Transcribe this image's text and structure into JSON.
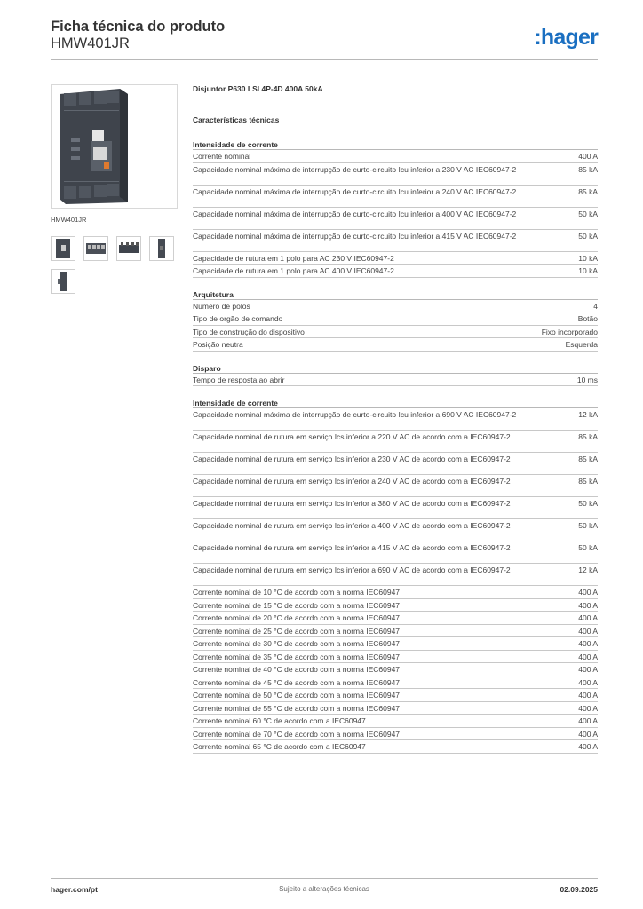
{
  "header": {
    "title": "Ficha técnica do produto",
    "code": "HMW401JR",
    "logo": ":hager"
  },
  "product": {
    "image_caption": "HMW401JR",
    "description": "Disjuntor P630 LSI 4P-4D 400A 50kA"
  },
  "section_title": "Características técnicas",
  "groups": [
    {
      "title": "Intensidade de corrente",
      "rows": [
        {
          "label": "Corrente nominal",
          "value": "400 A"
        },
        {
          "label": "Capacidade nominal máxima de interrupção de curto-circuito Icu inferior a 230 V AC IEC60947-2",
          "value": "85 kA"
        },
        {
          "label": "Capacidade nominal máxima de interrupção de curto-circuito Icu inferior a 240 V AC IEC60947-2",
          "value": "85 kA"
        },
        {
          "label": "Capacidade nominal máxima de interrupção de curto-circuito Icu inferior a 400 V AC IEC60947-2",
          "value": "50 kA"
        },
        {
          "label": "Capacidade nominal máxima de interrupção de curto-circuito Icu inferior a 415 V AC IEC60947-2",
          "value": "50 kA"
        },
        {
          "label": "Capacidade de rutura em 1 polo para AC 230 V IEC60947-2",
          "value": "10 kA"
        },
        {
          "label": "Capacidade de rutura em 1 polo para AC 400 V IEC60947-2",
          "value": "10 kA"
        }
      ]
    },
    {
      "title": "Arquitetura",
      "rows": [
        {
          "label": "Número de polos",
          "value": "4"
        },
        {
          "label": "Tipo de orgão de comando",
          "value": "Botão"
        },
        {
          "label": "Tipo de construção do dispositivo",
          "value": "Fixo incorporado"
        },
        {
          "label": "Posição neutra",
          "value": "Esquerda"
        }
      ]
    },
    {
      "title": "Disparo",
      "rows": [
        {
          "label": "Tempo de resposta ao abrir",
          "value": "10 ms"
        }
      ]
    },
    {
      "title": "Intensidade de corrente",
      "rows": [
        {
          "label": "Capacidade nominal máxima de interrupção de curto-circuito Icu inferior a 690 V AC IEC60947-2",
          "value": "12 kA"
        },
        {
          "label": "Capacidade nominal de rutura em serviço Ics inferior a 220 V AC de acordo com a IEC60947-2",
          "value": "85 kA"
        },
        {
          "label": "Capacidade nominal de rutura em serviço Ics inferior a 230 V AC de acordo com a IEC60947-2",
          "value": "85 kA"
        },
        {
          "label": "Capacidade nominal de rutura em serviço Ics inferior a 240 V AC de acordo com a IEC60947-2",
          "value": "85 kA"
        },
        {
          "label": "Capacidade nominal de rutura em serviço Ics inferior a 380 V AC de acordo com a IEC60947-2",
          "value": "50 kA"
        },
        {
          "label": "Capacidade nominal de rutura em serviço Ics inferior a 400 V AC de acordo com a IEC60947-2",
          "value": "50 kA"
        },
        {
          "label": "Capacidade nominal de rutura em serviço Ics inferior a 415 V AC de acordo com a IEC60947-2",
          "value": "50 kA"
        },
        {
          "label": "Capacidade nominal de rutura em serviço Ics inferior a 690 V AC de acordo com a IEC60947-2",
          "value": "12 kA"
        },
        {
          "label": "Corrente nominal de 10 °C de acordo com a norma IEC60947",
          "value": "400 A"
        },
        {
          "label": "Corrente nominal de 15 °C de acordo com a norma IEC60947",
          "value": "400 A"
        },
        {
          "label": "Corrente nominal de 20 °C de acordo com a norma IEC60947",
          "value": "400 A"
        },
        {
          "label": "Corrente nominal de 25 °C de acordo com a norma IEC60947",
          "value": "400 A"
        },
        {
          "label": "Corrente nominal de 30 °C de acordo com a norma IEC60947",
          "value": "400 A"
        },
        {
          "label": "Corrente nominal de 35 °C de acordo com a norma IEC60947",
          "value": "400 A"
        },
        {
          "label": "Corrente nominal de 40 °C de acordo com a norma IEC60947",
          "value": "400 A"
        },
        {
          "label": "Corrente nominal de 45 °C de acordo com a norma IEC60947",
          "value": "400 A"
        },
        {
          "label": "Corrente nominal de 50 °C de acordo com a norma IEC60947",
          "value": "400 A"
        },
        {
          "label": "Corrente nominal de 55 °C de acordo com a norma IEC60947",
          "value": "400 A"
        },
        {
          "label": "Corrente nominal 60 °C de acordo com a IEC60947",
          "value": "400 A"
        },
        {
          "label": "Corrente nominal de 70 °C de acordo com a norma IEC60947",
          "value": "400 A"
        },
        {
          "label": "Corrente nominal 65 °C de acordo com a IEC60947",
          "value": "400 A"
        }
      ]
    }
  ],
  "footer": {
    "website": "hager.com/pt",
    "notice": "Sujeito a alterações técnicas",
    "date": "02.09.2025"
  },
  "colors": {
    "brand": "#1a6fc1",
    "device_body": "#4a4f57",
    "accent_orange": "#e07a2e"
  },
  "icons": {
    "main_image": "circuit-breaker-photo",
    "thumbnails": [
      "breaker-front-thumb",
      "breaker-terminals-thumb",
      "breaker-top-thumb",
      "breaker-side-thumb",
      "breaker-profile-thumb"
    ]
  }
}
